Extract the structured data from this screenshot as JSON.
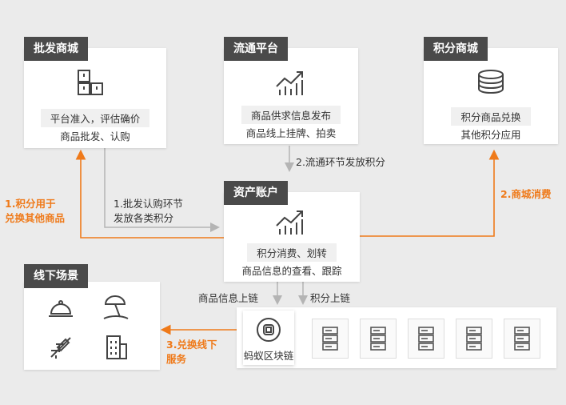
{
  "wholesale": {
    "title": "批发商城",
    "line1": "平台准入，评估确价",
    "line2": "商品批发、认购",
    "icon": "warehouse-boxes-icon"
  },
  "circulation": {
    "title": "流通平台",
    "line1": "商品供求信息发布",
    "line2": "商品线上挂牌、拍卖",
    "icon": "chart-growth-icon"
  },
  "points_mall": {
    "title": "积分商城",
    "line1": "积分商品兑换",
    "line2": "其他积分应用",
    "icon": "coin-stack-icon"
  },
  "asset_account": {
    "title": "资产账户",
    "line1": "积分消费、划转",
    "line2": "商品信息的查看、跟踪",
    "icon": "chart-growth-icon"
  },
  "offline": {
    "title": "线下场景",
    "icons": [
      "dining-icon",
      "beach-icon",
      "plane-icon",
      "building-icon"
    ]
  },
  "blockchain": {
    "label": "蚂蚁区块链",
    "icon": "ant-chain-logo-icon",
    "node_icon": "server-icon",
    "node_count": 5
  },
  "edges": {
    "circulation_to_account": "2.流通环节发放积分",
    "wholesale_to_account_1": "1.批发认购环节",
    "wholesale_to_account_2": "发放各类积分",
    "account_to_wholesale_1": "1.积分用于",
    "account_to_wholesale_2": "兑换其他商品",
    "account_to_mall": "2.商城消费",
    "goods_chain": "商品信息上链",
    "points_chain": "积分上链",
    "chain_to_offline_1": "3.兑换线下",
    "chain_to_offline_2": "服务"
  },
  "colors": {
    "accent": "#ef7a1a",
    "gray_arrow": "#b4b4b4",
    "tag_bg": "#4a4a4a"
  }
}
